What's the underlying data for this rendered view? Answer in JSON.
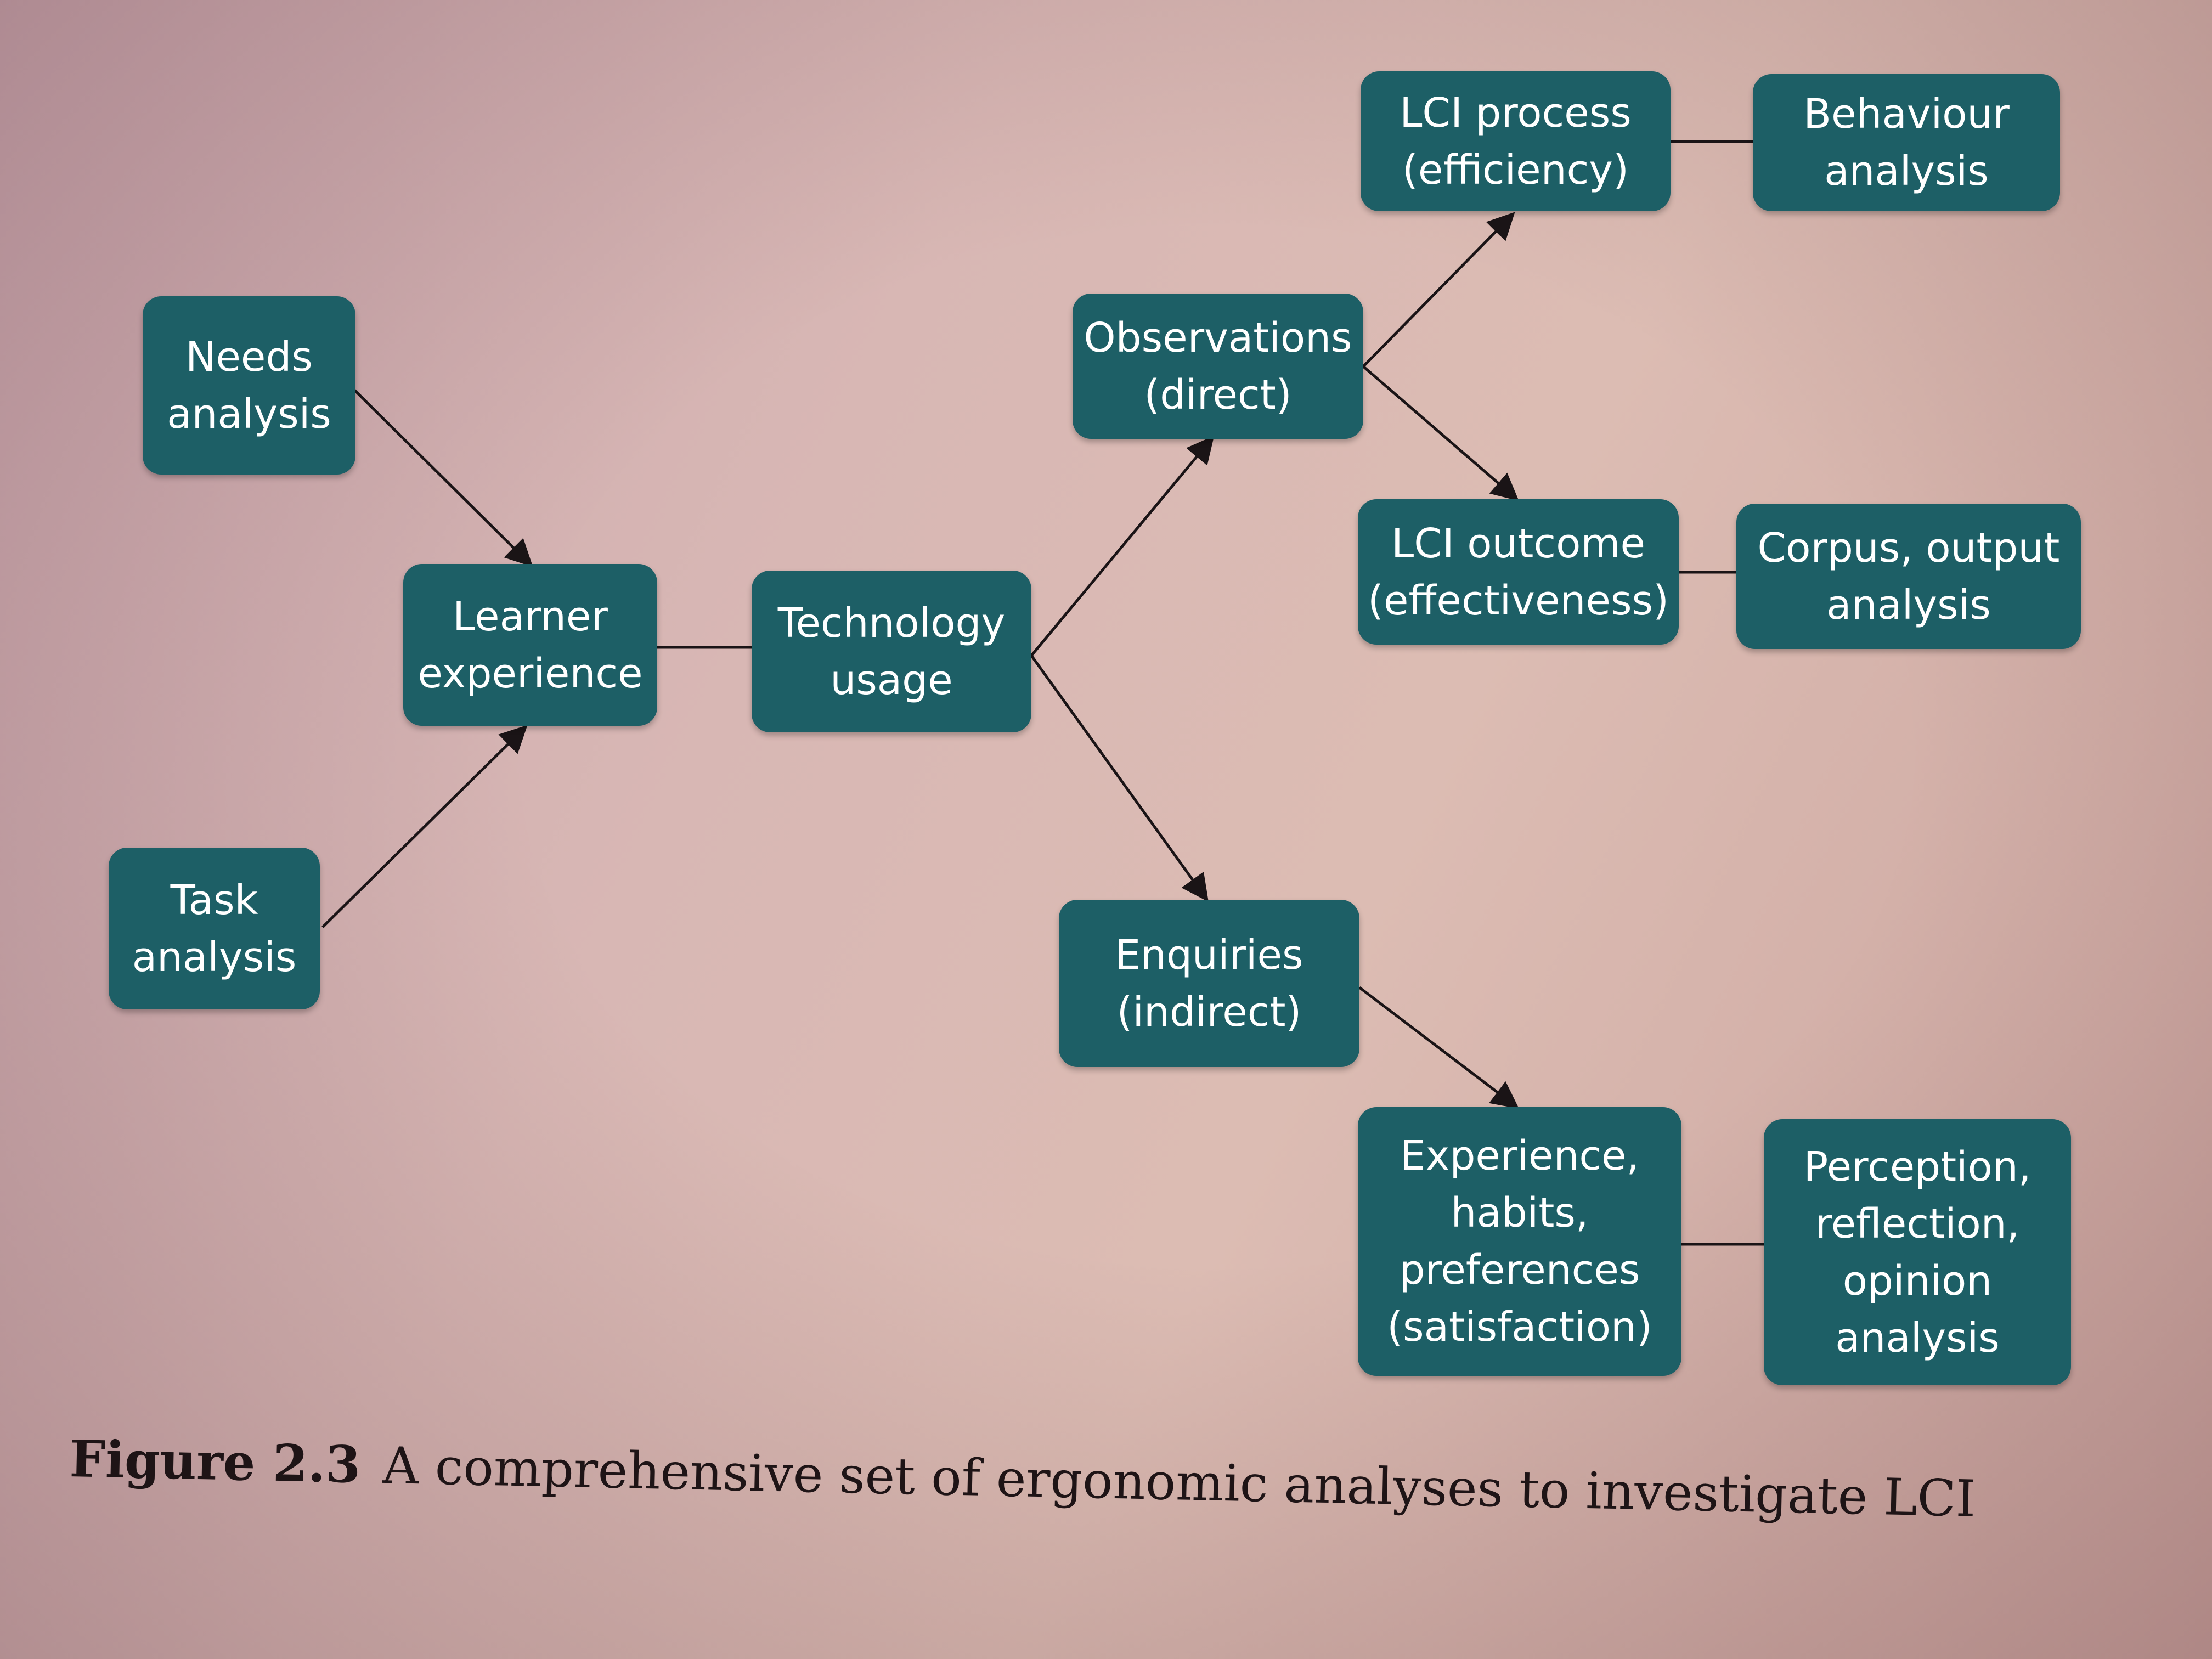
{
  "figure": {
    "nodes": {
      "needs_analysis": "Needs\nanalysis",
      "task_analysis": "Task\nanalysis",
      "learner_experience": "Learner\nexperience",
      "technology_usage": "Technology\nusage",
      "observations": "Observations\n(direct)",
      "enquiries": "Enquiries\n(indirect)",
      "lci_process": "LCI process\n(efficiency)",
      "behaviour_analysis": "Behaviour\nanalysis",
      "lci_outcome": "LCI outcome\n(effectiveness)",
      "corpus_analysis": "Corpus, output\nanalysis",
      "experience_habits": "Experience,\nhabits,\npreferences\n(satisfaction)",
      "perception_analysis": "Perception,\nreflection,\nopinion\nanalysis"
    },
    "colors": {
      "box_fill": "#1d5f66",
      "box_text": "#ffffff",
      "connector": "#1a1416"
    }
  },
  "caption": {
    "label": "Figure 2.3",
    "text": "A comprehensive set of ergonomic analyses to investigate LCI"
  }
}
